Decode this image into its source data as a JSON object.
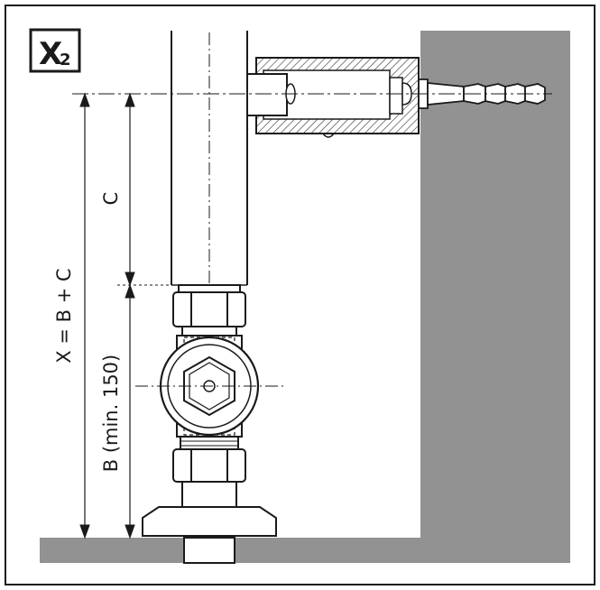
{
  "badge": {
    "letter": "X",
    "subscript": "2"
  },
  "dimensions": {
    "x_label": "X = B + C",
    "b_label": "B (min. 150)",
    "c_label": "C"
  },
  "colors": {
    "wall": "#929292",
    "floor": "#929292",
    "line": "#1a1a1a",
    "background": "#ffffff"
  }
}
